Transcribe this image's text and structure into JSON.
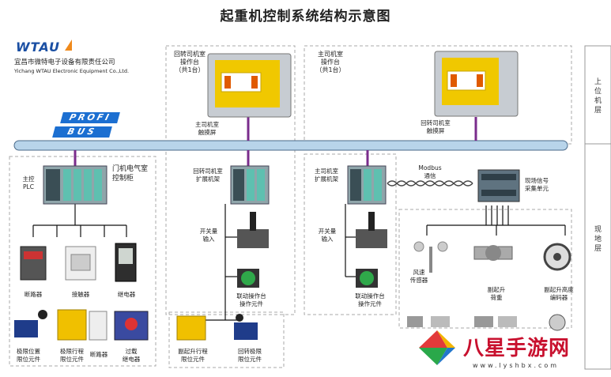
{
  "title": "起重机控制系统结构示意图",
  "company": {
    "logo": "WTAU",
    "name_cn": "宜昌市微特电子设备有限责任公司",
    "name_en": "Yichang WTAU Electronic Equipment Co.,Ltd."
  },
  "bus": {
    "profi": "PROFI",
    "bus": "BUS"
  },
  "layers": {
    "upper": "上\n位\n机\n层",
    "field": "现\n地\n层"
  },
  "consoles": [
    {
      "title": "回转司机室\n操作台\n（共1台）",
      "screen_label": "主司机室\n触摸屏"
    },
    {
      "title": "主司机室\n操作台\n（共1台）",
      "screen_label": "回转司机室\n触摸屏"
    }
  ],
  "cabinet": {
    "title": "门机电气室\n控制柜",
    "plc": "主控\nPLC",
    "row1": [
      "断路器",
      "接触器",
      "继电器"
    ],
    "row2": [
      "极限位置\n限位元件",
      "极限行程\n限位元件",
      "断路器",
      "过载\n继电器"
    ]
  },
  "col2": {
    "rack": "回转司机室\n扩展机架",
    "switch": "开关量\n输入",
    "joystick_panel": "联动操作台\n操作元件",
    "bottom": [
      "副起升行程\n限位元件",
      "回转极限\n限位元件"
    ]
  },
  "col3": {
    "rack": "主司机室\n扩展机架",
    "switch": "开关量\n输入",
    "joystick_panel": "联动操作台\n操作元件",
    "modbus": "Modbus\n通信",
    "collector": "现场信号\n采集单元"
  },
  "sensors": {
    "wind": "风速\n传感器",
    "load": "副起升\n荷重",
    "encoder": "副起升高度\n编码器"
  },
  "watermark": {
    "text": "八星手游网",
    "url": "www.lyshbx.com"
  },
  "colors": {
    "bus": "#b8d4ea",
    "link": "#7a2c8c",
    "line": "#111111",
    "screen": "#f0c800"
  }
}
